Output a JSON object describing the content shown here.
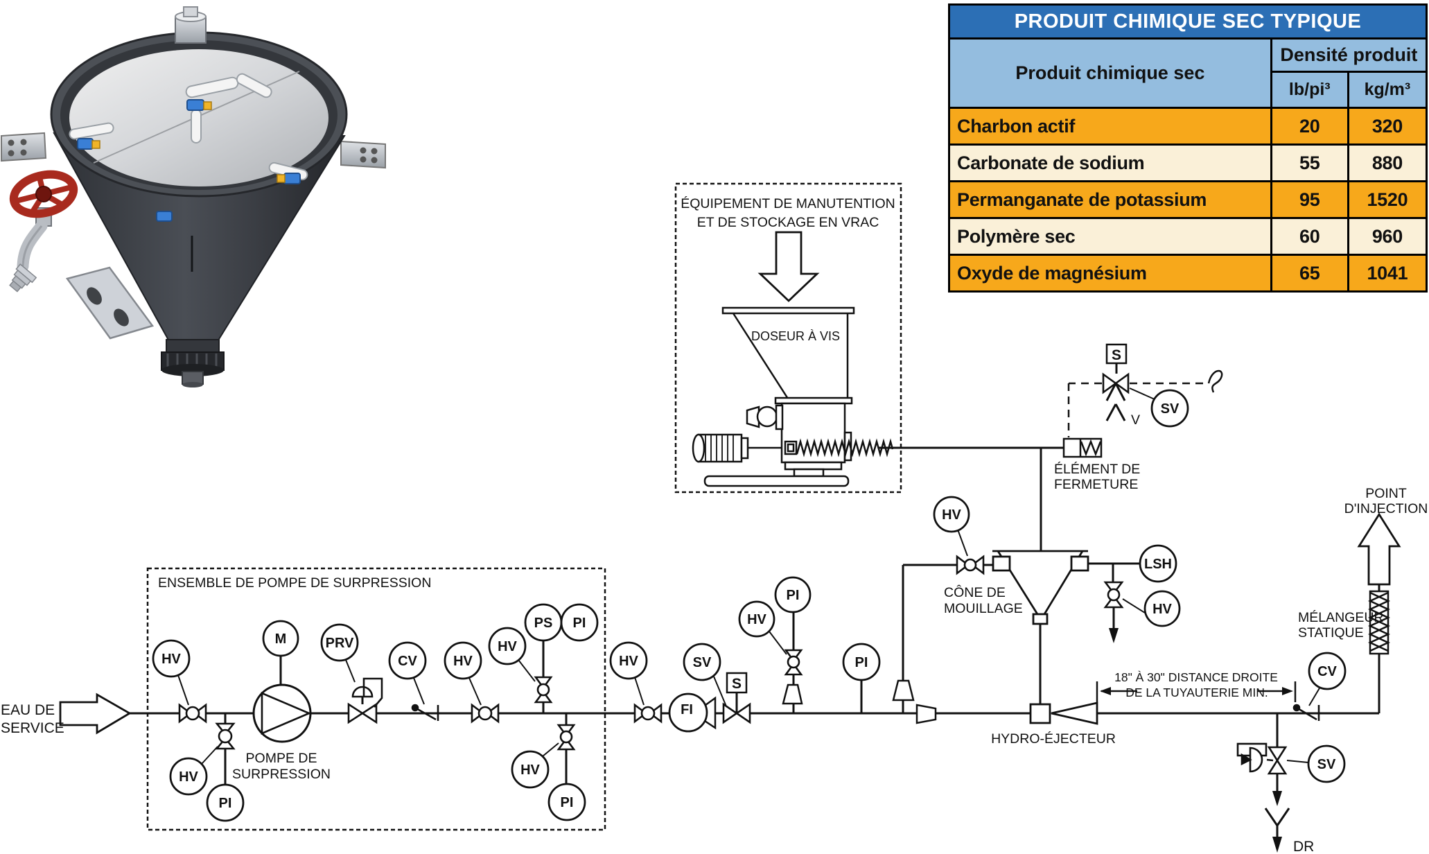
{
  "table": {
    "title": "PRODUIT CHIMIQUE SEC TYPIQUE",
    "col_product": "Produit chimique sec",
    "col_density": "Densité produit",
    "col_lb": "lb/pi³",
    "col_kg": "kg/m³",
    "rows": [
      {
        "name": "Charbon actif",
        "lb": "20",
        "kg": "320"
      },
      {
        "name": "Carbonate de sodium",
        "lb": "55",
        "kg": "880"
      },
      {
        "name": "Permanganate de potassium",
        "lb": "95",
        "kg": "1520"
      },
      {
        "name": "Polymère sec",
        "lb": "60",
        "kg": "960"
      },
      {
        "name": "Oxyde de magnésium",
        "lb": "65",
        "kg": "1041"
      }
    ],
    "colors": {
      "title_bg": "#2c6fb5",
      "header_bg": "#94bddf",
      "row_gold": "#f7a81b",
      "row_cream": "#faf0d8"
    }
  },
  "pid": {
    "bub": {
      "hv": "HV",
      "pi": "PI",
      "ps": "PS",
      "m": "M",
      "prv": "PRV",
      "cv": "CV",
      "sv": "SV",
      "fi": "FI",
      "lsh": "LSH",
      "s": "S",
      "v": "V",
      "dr": "DR"
    },
    "labels": {
      "equip1": "ÉQUIPEMENT DE MANUTENTION",
      "equip2": "ET DE STOCKAGE EN VRAC",
      "doseur": "DOSEUR À VIS",
      "elem1": "ÉLÉMENT DE",
      "elem2": "FERMETURE",
      "cone1": "CÔNE DE",
      "cone2": "MOUILLAGE",
      "hydro": "HYDRO-ÉJECTEUR",
      "dist1": "18\" À 30\" DISTANCE DROITE",
      "dist2": "DE LA TUYAUTERIE MIN.",
      "mel1": "MÉLANGEUR",
      "mel2": "STATIQUE",
      "pt1": "POINT",
      "pt2": "D'INJECTION",
      "eau1": "EAU DE",
      "eau2": "SERVICE",
      "ensemble": "ENSEMBLE DE POMPE DE SURPRESSION",
      "pompe1": "POMPE DE",
      "pompe2": "SURPRESSION"
    }
  }
}
